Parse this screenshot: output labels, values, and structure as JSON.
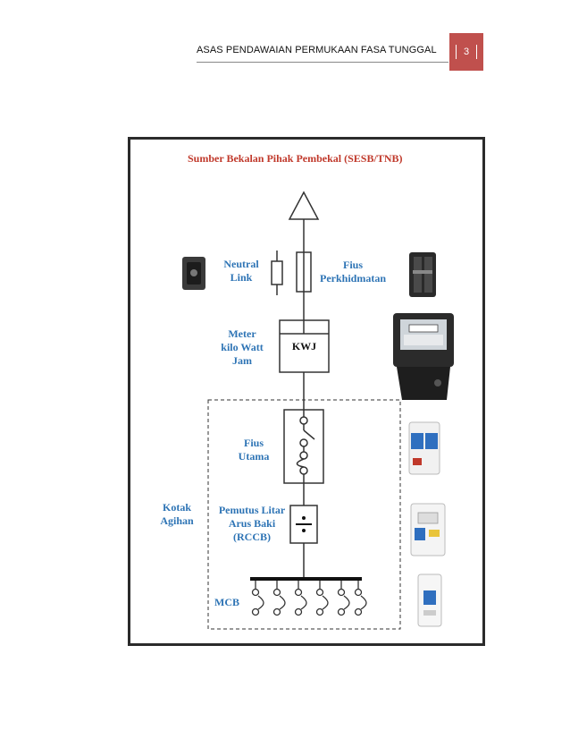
{
  "header": {
    "title": "ASAS PENDAWAIAN PERMUKAAN FASA TUNGGAL",
    "page_number": "3",
    "accent_color": "#c0504d"
  },
  "diagram": {
    "supply_label": "Sumber Bekalan Pihak Pembekal (SESB/TNB)",
    "neutral_link": [
      "Neutral",
      "Link"
    ],
    "service_fuse": [
      "Fius",
      "Perkhidmatan"
    ],
    "meter": [
      "Meter",
      "kilo Watt",
      "Jam"
    ],
    "meter_box_label": "KWJ",
    "main_fuse": [
      "Fius",
      "Utama"
    ],
    "distribution_box": [
      "Kotak",
      "Agihan"
    ],
    "rccb": [
      "Pemutus Litar",
      "Arus Baki",
      "(RCCB)"
    ],
    "mcb_label": "MCB",
    "label_color": "#2e74b5",
    "supply_color": "#c0392b"
  }
}
